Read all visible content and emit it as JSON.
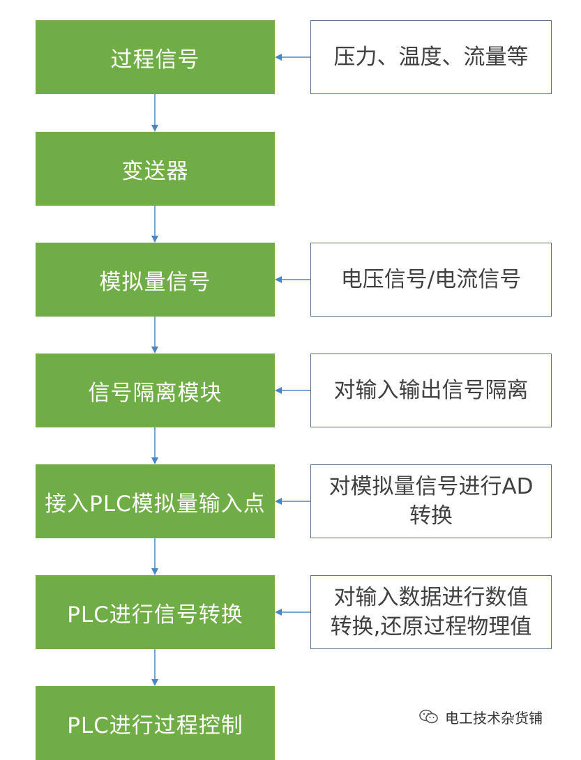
{
  "flow": {
    "steps": [
      "过程信号",
      "变送器",
      "模拟量信号",
      "信号隔离模块",
      "接入PLC模拟量输入点",
      "PLC进行信号转换",
      "PLC进行过程控制"
    ],
    "notes": {
      "n0": "压力、温度、流量等",
      "n2": "电压信号/电流信号",
      "n3": "对输入输出信号隔离",
      "n4": "对模拟量信号进行AD\n转换",
      "n5": "对输入数据进行数值\n转换,还原过程物理值"
    }
  },
  "watermark": {
    "text": "电工技术杂货铺",
    "icon": "wechat-icon"
  },
  "colors": {
    "step_fill": "#70ad47",
    "arrow": "#4a86c5",
    "note_border": "#5b6f8f"
  }
}
